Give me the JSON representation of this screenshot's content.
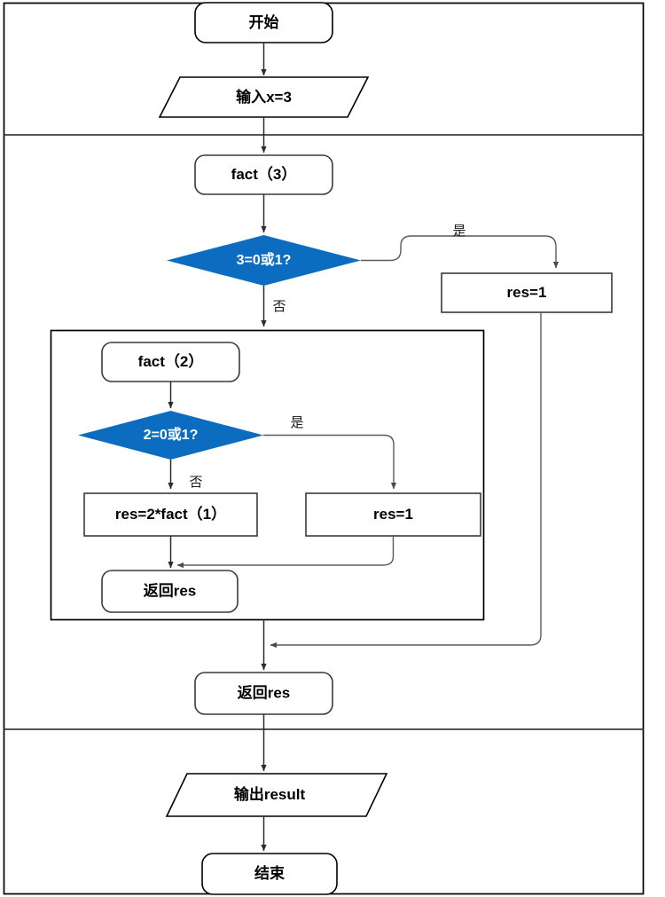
{
  "diagram": {
    "title_text": "",
    "colors": {
      "decision_fill": "#0c6cbf",
      "decision_text": "#ffffff",
      "shape_stroke": "#3a3a3a",
      "frame_stroke": "#000000",
      "connector": "#2b2b2b",
      "background": "#ffffff"
    },
    "nodes": {
      "start": {
        "label": "开始",
        "shape": "terminator"
      },
      "input_x": {
        "label": "输入x=3",
        "shape": "parallelogram"
      },
      "fact3": {
        "label": "fact（3）",
        "shape": "terminator"
      },
      "decision3": {
        "label": "3=0或1?",
        "shape": "diamond"
      },
      "res1_outer": {
        "label": "res=1",
        "shape": "rectangle"
      },
      "fact2": {
        "label": "fact（2）",
        "shape": "terminator"
      },
      "decision2": {
        "label": "2=0或1?",
        "shape": "diamond"
      },
      "res_rec_inner": {
        "label": "res=2*fact（1）",
        "shape": "rectangle"
      },
      "res1_inner": {
        "label": "res=1",
        "shape": "rectangle"
      },
      "return_res_inner": {
        "label": "返回res",
        "shape": "terminator"
      },
      "return_res_outer": {
        "label": "返回res",
        "shape": "terminator"
      },
      "output_result": {
        "label": "输出result",
        "shape": "parallelogram"
      },
      "end": {
        "label": "结束",
        "shape": "terminator"
      }
    },
    "edge_labels": {
      "yes_outer": "是",
      "no_outer": "否",
      "yes_inner": "是",
      "no_inner": "否"
    }
  }
}
